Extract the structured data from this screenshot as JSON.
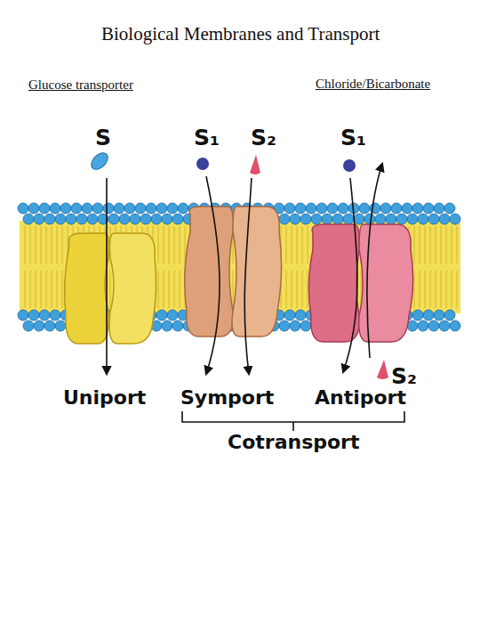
{
  "diagram": {
    "title": "Biological Membranes and Transport",
    "labels": [
      "Glucose transporter",
      "Chloride/Bicarbonate",
      "S",
      "S₁",
      "S₂",
      "S₁",
      "S₂",
      "Uniport",
      "Symport",
      "Antiport",
      "Cotransport"
    ]
  }
}
